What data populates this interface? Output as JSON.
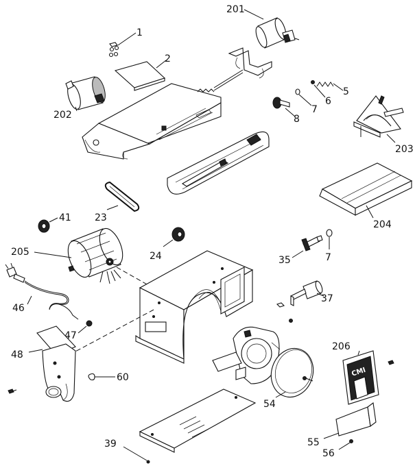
{
  "callouts": {
    "c1": "1",
    "c2": "2",
    "c201": "201",
    "c202": "202",
    "c5": "5",
    "c6": "6",
    "c7a": "7",
    "c8": "8",
    "c203": "203",
    "c23": "23",
    "c41": "41",
    "c204": "204",
    "c205": "205",
    "c24": "24",
    "c35": "35",
    "c7b": "7",
    "c46": "46",
    "c37": "37",
    "c47": "47",
    "c48": "48",
    "c206": "206",
    "c60": "60",
    "c54": "54",
    "c55": "55",
    "c39": "39",
    "c56": "56"
  },
  "logo_text": "CMI"
}
